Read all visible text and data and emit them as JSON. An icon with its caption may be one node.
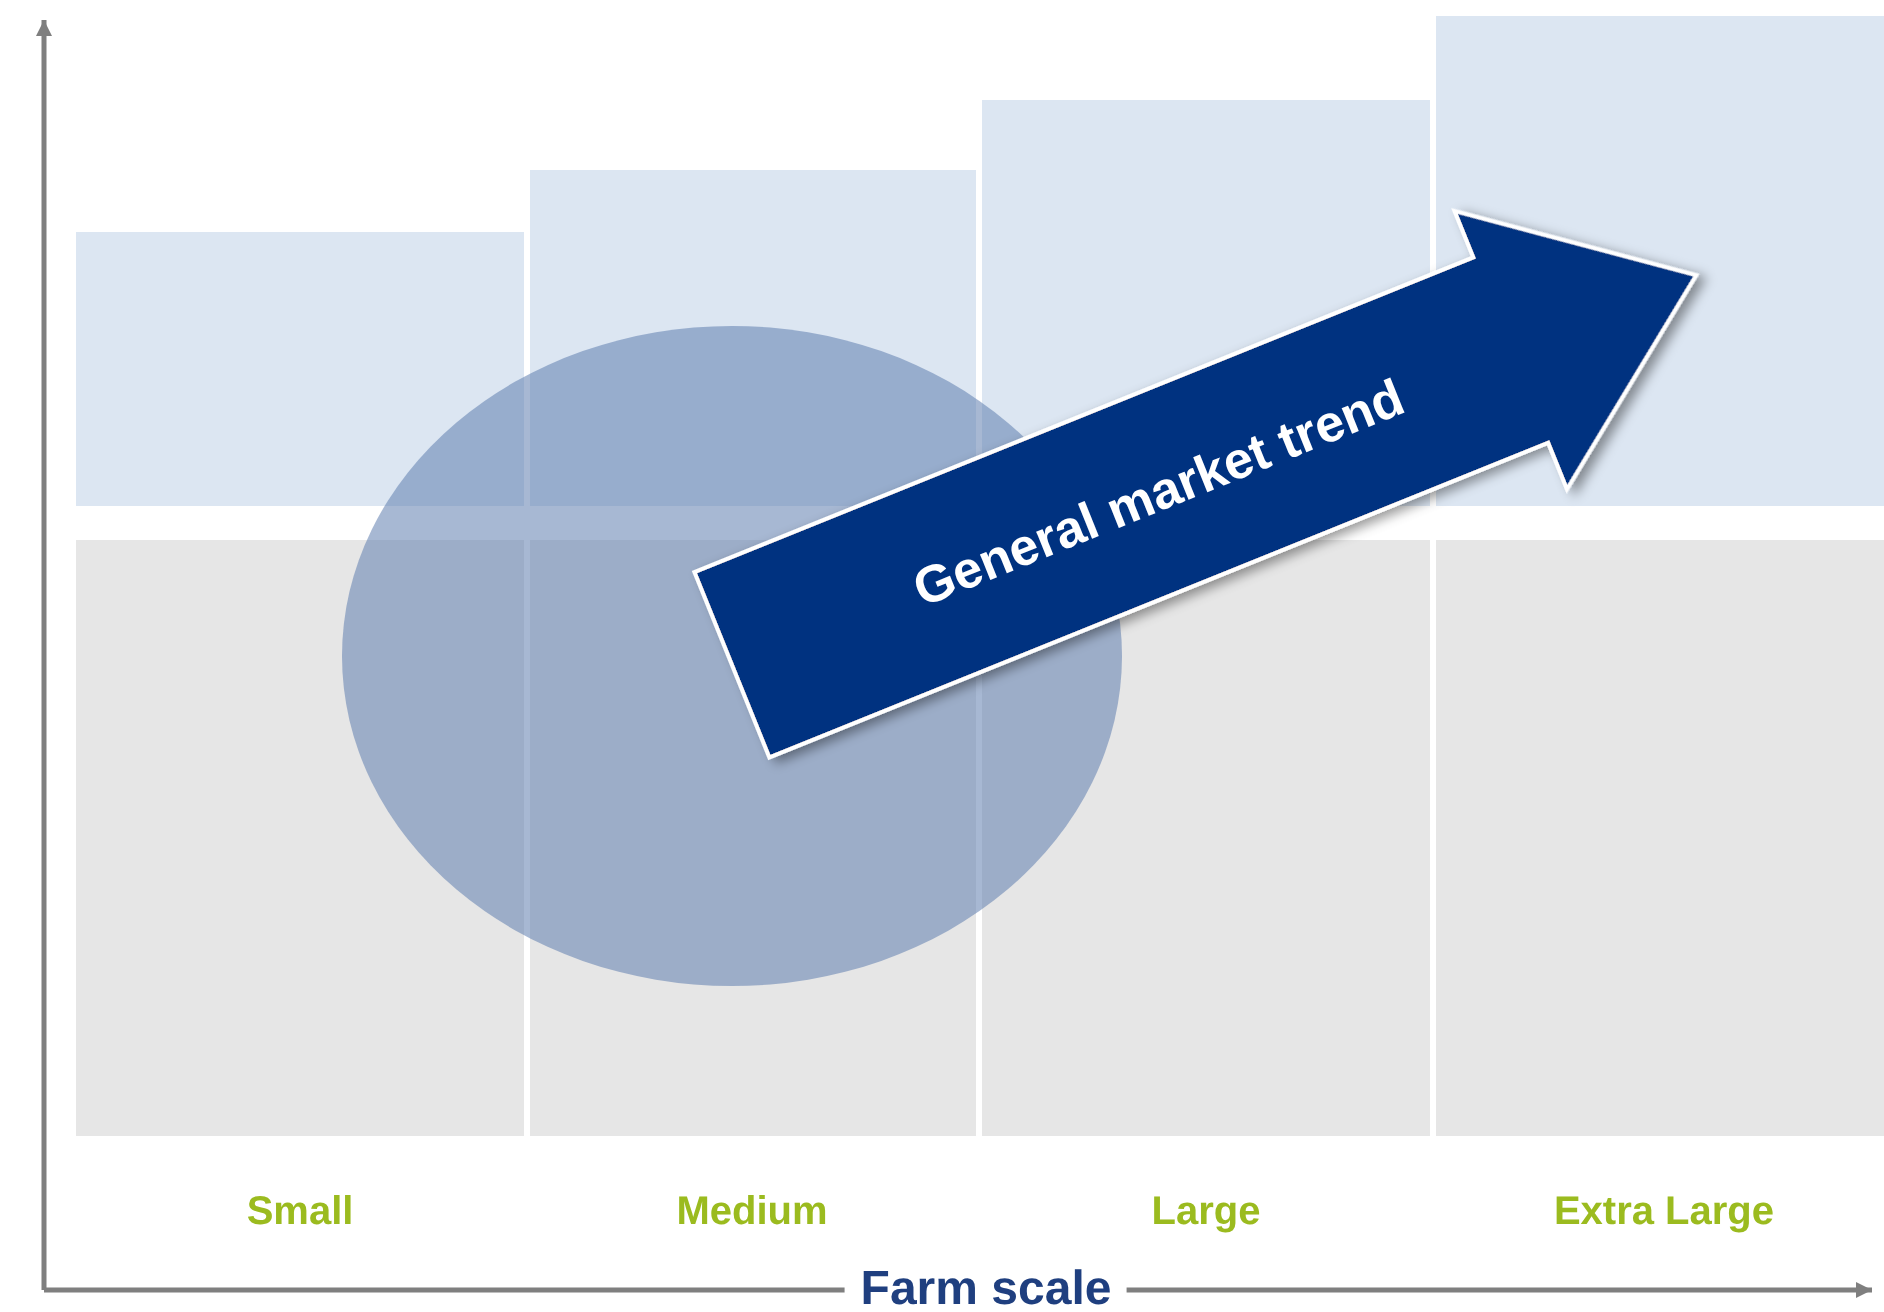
{
  "diagram": {
    "nodes": [
      {
        "text": [
          "General market trend"
        ]
      }
    ],
    "labels": [
      "Small",
      "Medium",
      "Large",
      "Extra Large",
      "Farm scale"
    ]
  }
}
